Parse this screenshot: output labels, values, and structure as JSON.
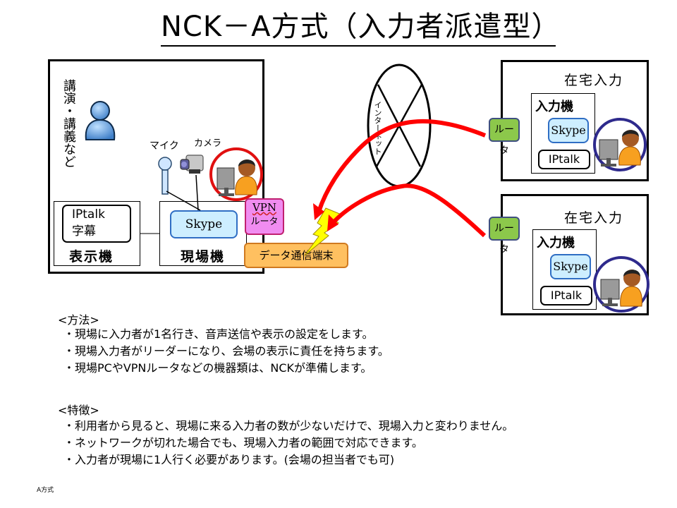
{
  "title": "NCK－A方式（入力者派遣型）",
  "venue": {
    "lecture_label": "講演・講義など",
    "mic_label": "マイク",
    "camera_label": "カメラ",
    "display_pc": {
      "caption_box": "IPtalk\n字幕",
      "caption_line1": "IPtalk",
      "caption_line2": "字幕",
      "label": "表示機"
    },
    "site_pc": {
      "app": "Skype",
      "label": "現場機"
    },
    "vpn_router": {
      "line1": "VPN",
      "line2": "ルータ"
    },
    "data_terminal": "データ通信端末"
  },
  "internet_label": "インターネット",
  "remote_sites": [
    {
      "title": "在宅入力",
      "router": "ルータ",
      "machine_label": "入力機",
      "app1": "Skype",
      "app2": "IPtalk"
    },
    {
      "title": "在宅入力",
      "router": "ルータ",
      "machine_label": "入力機",
      "app1": "Skype",
      "app2": "IPtalk"
    }
  ],
  "method": {
    "heading": "<方法>",
    "items": [
      "・現場に入力者が1名行き、音声送信や表示の設定をします。",
      "・現場入力者がリーダーになり、会場の表示に責任を持ちます。",
      "・現場PCやVPNルータなどの機器類は、NCKが準備します。"
    ]
  },
  "features": {
    "heading": "<特徴>",
    "items": [
      "・利用者から見ると、現場に来る入力者の数が少ないだけで、現場入力と変わりません。",
      "・ネットワークが切れた場合でも、現場入力者の範囲で対応できます。",
      "・入力者が現場に1人行く必要があります。(会場の担当者でも可)"
    ]
  },
  "footer": "A方式",
  "colors": {
    "arrow": "#ff0000",
    "router": "#8cc84b",
    "vpn": "#f08cf0",
    "terminal": "#ffc060",
    "skype": "#cdeeff",
    "remote_circle": "#2e2a8c",
    "site_circle": "#e01010",
    "lightning": "#ffff00"
  }
}
